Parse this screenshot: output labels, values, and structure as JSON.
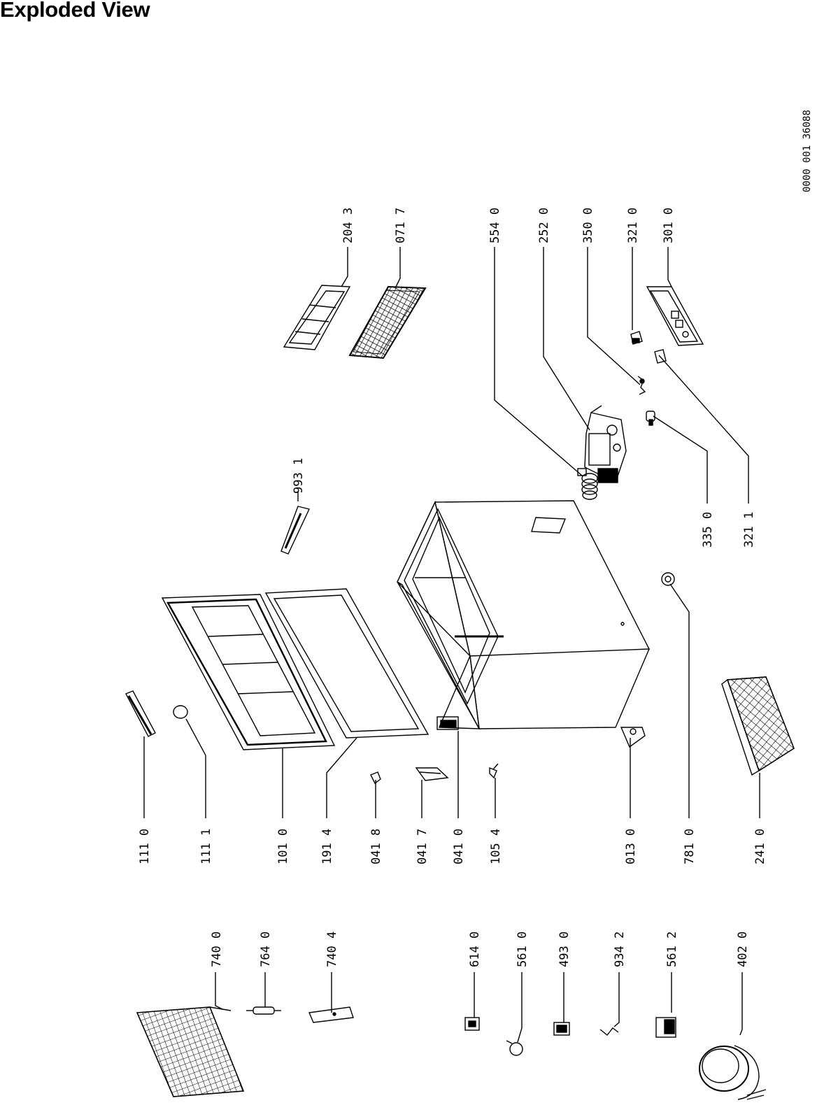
{
  "title": "Exploded View",
  "doc_number": "0000 001 36088",
  "labels": {
    "p2043": "204 3",
    "p0717": "071 7",
    "p5540": "554 0",
    "p2520": "252 0",
    "p3500": "350 0",
    "p3210": "321 0",
    "p3010": "301 0",
    "p9931": "993 1",
    "p3350": "335 0",
    "p3211": "321 1",
    "p1110": "111 0",
    "p1111": "111 1",
    "p1010": "101 0",
    "p1914": "191 4",
    "p0418": "041 8",
    "p0417": "041 7",
    "p0410": "041 0",
    "p1054": "105 4",
    "p0130": "013 0",
    "p7810": "781 0",
    "p2410": "241 0",
    "p7400": "740 0",
    "p7640": "764 0",
    "p7404": "740 4",
    "p6140": "614 0",
    "p5610": "561 0",
    "p4930": "493 0",
    "p9342": "934 2",
    "p5612": "561 2",
    "p4020": "402 0"
  }
}
